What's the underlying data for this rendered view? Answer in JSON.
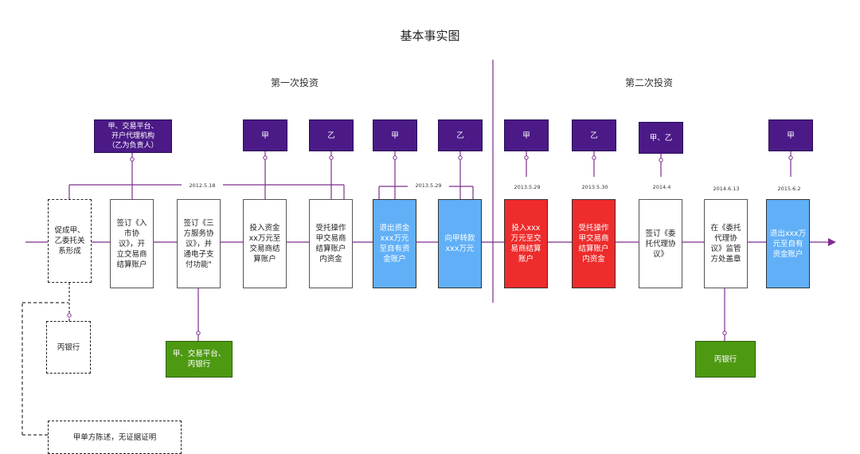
{
  "title": "基本事实图",
  "sections": {
    "first": "第一次投资",
    "second": "第二次投资"
  },
  "steps": [
    {
      "text": "促成甲、\n乙委托关\n系形成",
      "style": "dashed"
    },
    {
      "text": "签订《入\n市协\n议》，开\n立交易商\n结算账户",
      "style": "white"
    },
    {
      "text": "签订《三\n方服务协\n议》，并\n通电子支\n付功能\"",
      "style": "white"
    },
    {
      "text": "投入资金\nxx万元至\n交易商结\n算账户",
      "style": "white"
    },
    {
      "text": "受托操作\n甲交易商\n结算账户\n内资金",
      "style": "white"
    },
    {
      "text": "退出资金\nxxx万元\n至自有资\n金账户",
      "style": "blue"
    },
    {
      "text": "向甲转款\nxxx万元",
      "style": "blue"
    },
    {
      "text": "投入xxx\n万元至交\n易商结算\n账户",
      "style": "red"
    },
    {
      "text": "受托操作\n甲交易商\n结算账户\n内资金",
      "style": "red"
    },
    {
      "text": "签订《委\n托代理协\n议》",
      "style": "white"
    },
    {
      "text": "在《委托\n代理协\n议》监管\n方处盖章",
      "style": "white"
    },
    {
      "text": "退出xxx万\n元至自有\n资金账户",
      "style": "blue"
    }
  ],
  "top_parties": [
    {
      "text": "甲、交易平台、\n开户代理机构\n（乙为负责人）"
    },
    {
      "text": "甲"
    },
    {
      "text": "乙"
    },
    {
      "text": "甲"
    },
    {
      "text": "乙"
    },
    {
      "text": "甲"
    },
    {
      "text": "乙"
    },
    {
      "text": "甲、乙"
    },
    {
      "text": "甲"
    }
  ],
  "bottom_parties": [
    {
      "text": "丙银行"
    },
    {
      "text": "甲、交易平台、\n丙银行"
    },
    {
      "text": "丙银行"
    },
    {
      "text": "甲单方陈述，无证据证明"
    }
  ],
  "dates": [
    "2012.5.18",
    "2013.5.29",
    "2013.5.29",
    "2013.5.30",
    "2014.4",
    "2014.6.13",
    "2015.6.2"
  ],
  "colors": {
    "line": "#7d2d8e",
    "purple": "#4b1a87",
    "blue": "#61b0f7",
    "red": "#ee2c2c",
    "green": "#4d9a12"
  }
}
